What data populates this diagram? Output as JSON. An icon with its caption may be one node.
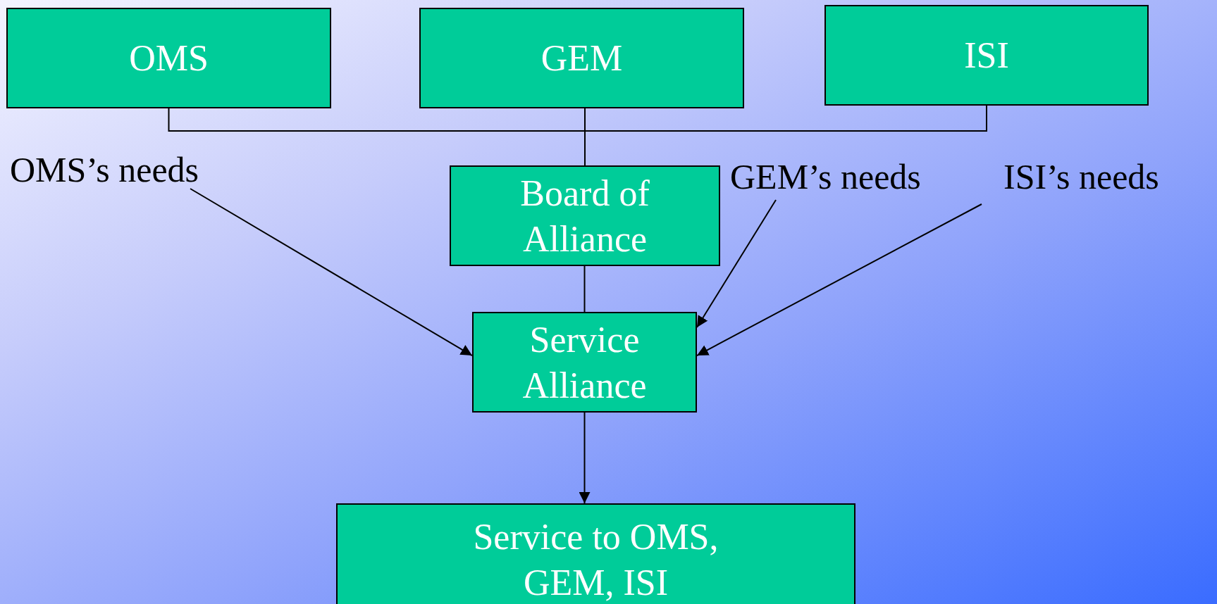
{
  "diagram": {
    "nodes": [
      {
        "text": [
          "OMS"
        ]
      },
      {
        "text": [
          "GEM"
        ]
      },
      {
        "text": [
          "ISI"
        ]
      },
      {
        "text": [
          "Board of Alliance"
        ]
      },
      {
        "text": [
          "Service Alliance"
        ]
      },
      {
        "text": [
          "Service to OMS, GEM, ISI"
        ]
      },
      {
        "text": [
          "OMS’s needs"
        ]
      },
      {
        "text": [
          "GEM’s needs"
        ]
      },
      {
        "text": [
          "ISI’s needs"
        ]
      }
    ],
    "edges": [
      {
        "from": 0,
        "to": 3,
        "arrow": "none"
      },
      {
        "from": 1,
        "to": 3,
        "arrow": "none"
      },
      {
        "from": 2,
        "to": 3,
        "arrow": "none"
      },
      {
        "from": 3,
        "to": 4,
        "arrow": "none"
      },
      {
        "from": 4,
        "to": 5,
        "arrow": "to"
      },
      {
        "from": 6,
        "to": 4,
        "arrow": "to"
      },
      {
        "from": 7,
        "to": 4,
        "arrow": "to"
      },
      {
        "from": 8,
        "to": 4,
        "arrow": "to"
      }
    ]
  }
}
